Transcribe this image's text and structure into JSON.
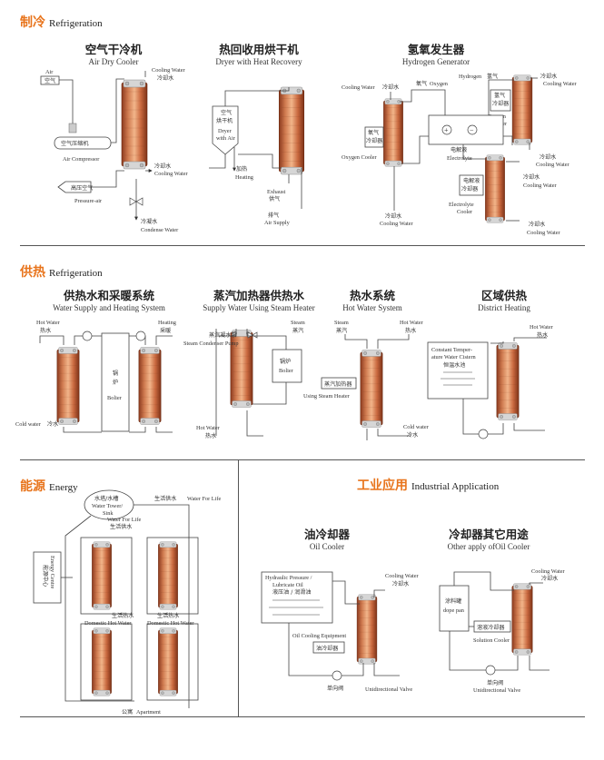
{
  "sections": {
    "refrigeration": {
      "cn": "制冷",
      "en": "Refrigeration"
    },
    "heating": {
      "cn": "供热",
      "en": "Refrigeration"
    },
    "energy": {
      "cn": "能源",
      "en": "Energy"
    },
    "industrial": {
      "cn": "工业应用",
      "en": "Industrial Application"
    }
  },
  "air_dry": {
    "title_cn": "空气干冷机",
    "title_en": "Air Dry Cooler",
    "air_en": "Air",
    "air_cn": "空气",
    "compressor_cn": "空气压缩机",
    "compressor_en": "Air Compressor",
    "pressure_cn": "高压空气",
    "pressure_en": "Pressure-air",
    "cw_en": "Cooling Water",
    "cw_cn": "冷却水",
    "cw2_cn": "冷却水",
    "cw2_en": "Cooling Water",
    "condense_cn": "冷凝水",
    "condense_en": "Condense Water"
  },
  "dryer": {
    "title_cn": "热回收用烘干机",
    "title_en": "Dryer with Heat Recovery",
    "box_cn1": "空气",
    "box_cn2": "烘干机",
    "box_en1": "Dryer",
    "box_en2": "with Air",
    "heat_cn": "加热",
    "heat_en": "Heating",
    "exhaust_en": "Exhaust",
    "exhaust_cn": "供气",
    "supply_cn": "排气",
    "supply_en": "Air Supply"
  },
  "hydrogen": {
    "title_cn": "氢氧发生器",
    "title_en": "Hydrogen Generator",
    "cw_l_en": "Cooling Water",
    "cw_l_cn": "冷却水",
    "oxygen_cn": "氧气",
    "oxygen_en": "Oxygen",
    "hydrogen_en": "Hydrogen",
    "hydrogen_cn": "氢气",
    "cw_r_cn": "冷却水",
    "cw_r_en": "Cooling Water",
    "h_cooler_cn1": "氢气",
    "h_cooler_cn2": "冷却器",
    "o_cooler_cn1": "氧气",
    "o_cooler_cn2": "冷却器",
    "o_cooler_en1": "Oxygen",
    "o_cooler_en2": "Cooler",
    "o_cooler_l_en": "Oxygen Cooler",
    "plus": "+",
    "minus": "−",
    "electrolyte_cn": "电解液",
    "electrolyte_en": "Electrolyte",
    "e_cooler_cn1": "电解液",
    "e_cooler_cn2": "冷却器",
    "e_cooler_en1": "Electrolyte",
    "e_cooler_en2": "Cooler",
    "cw_m_cn": "冷却水",
    "cw_m_en": "Cooling Water",
    "cw_b_cn": "冷却水",
    "cw_b_en": "Cooling Water",
    "cw_bl_cn": "冷却水",
    "cw_bl_en": "Cooling Water"
  },
  "water_supply": {
    "title_cn": "供热水和采暖系统",
    "title_en": "Water Supply and  Heating System",
    "hot_en": "Hot Water",
    "hot_cn": "热水",
    "heating_en": "Heating",
    "heating_cn": "采暖",
    "boiler_cn1": "锅",
    "boiler_cn2": "炉",
    "boiler_en": "Bolier",
    "cold_en": "Cold water",
    "cold_cn": "冷水"
  },
  "steam_heater": {
    "title_cn": "蒸汽加热器供热水",
    "title_en": "Supply Water Using Steam Heater",
    "pump_cn": "蒸汽凝水泵",
    "pump_en": "Steam Condenser Pump",
    "steam_en": "Steam",
    "steam_cn": "蒸汽",
    "boiler_cn": "锅炉",
    "boiler_en": "Bolier",
    "hot_en": "Hot Water",
    "hot_cn": "热水"
  },
  "hot_water_sys": {
    "title_cn": "热水系统",
    "title_en": "Hot Water System",
    "steam_en": "Steam",
    "steam_cn": "蒸汽",
    "hot_en": "Hot Water",
    "hot_cn": "热水",
    "heater_cn": "蒸汽加热器",
    "heater_en": "Using Steam Heater",
    "cold_en": "Cold water",
    "cold_cn": "冷水"
  },
  "district": {
    "title_cn": "区域供热",
    "title_en": "District Heating",
    "hot_en": "Hot Water",
    "hot_cn": "热水",
    "cistern_en1": "Constant Temper-",
    "cistern_en2": "ature Water Cistern",
    "cistern_cn": "恒温水池"
  },
  "energy": {
    "tower_cn": "水塔/水槽",
    "tower_en1": "Water Tower/",
    "tower_en2": "Sink",
    "life_cn": "生活供水",
    "life_en": "Water For Life",
    "life2_en": "Water For Life",
    "life2_cn": "生活供水",
    "centre_cn": "能源中心",
    "centre_en": "Energy Centre",
    "dhw_cn": "生活热水",
    "dhw_en": "Domestic Hot Water",
    "dhw2_cn": "生活热水",
    "dhw2_en": "Domestic Hot Water",
    "apartment_cn": "公寓",
    "apartment_en": "Apartment"
  },
  "oil_cooler": {
    "title_cn": "油冷却器",
    "title_en": "Oil Cooler",
    "tank_en1": "Hydraulic Pressure /",
    "tank_en2": "Lubricate Oil",
    "tank_cn": "液压油 / 润滑油",
    "cw_en": "Cooling Water",
    "cw_cn": "冷却水",
    "equip_en": "Oil Cooling Equipment",
    "equip_cn": "油冷却器",
    "valve_cn": "单向阀",
    "valve_en": "Unidirectional Valve"
  },
  "other_oil": {
    "title_cn": "冷却器其它用途",
    "title_en": "Other apply ofOil Cooler",
    "cw_en": "Cooling Water",
    "cw_cn": "冷却水",
    "dope_cn": "涂料罐",
    "dope_en": "dope pan",
    "sol_cn": "溶液冷却器",
    "sol_en": "Solution Cooler",
    "valve_cn": "单向阀",
    "valve_en": "Unidirectional Valve"
  }
}
